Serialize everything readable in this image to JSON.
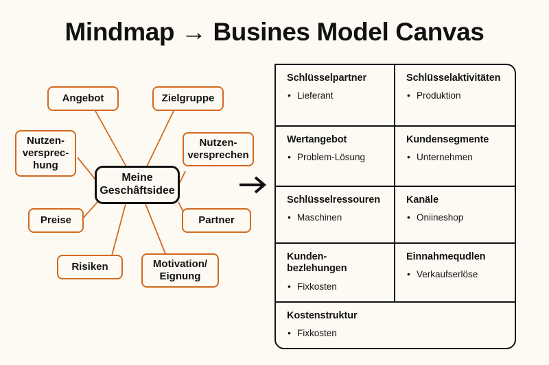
{
  "page": {
    "title": "Mindmap → Busines Model Canvas",
    "background_color": "#FDFAF3",
    "accent_color": "#D2691E",
    "text_color": "#131313"
  },
  "mindmap": {
    "center": {
      "label": "Meine\nGeschâftsidee",
      "border_color": "#111111"
    },
    "nodes": [
      {
        "id": "angebot",
        "label": "Angebot"
      },
      {
        "id": "zielgruppe",
        "label": "Zielgruppe"
      },
      {
        "id": "nutzenversprechung",
        "label": "Nutzen-\nversprec-\nhung"
      },
      {
        "id": "nutzenversprechen",
        "label": "Nutzen-\nversprechen"
      },
      {
        "id": "preise",
        "label": "Preise"
      },
      {
        "id": "partner",
        "label": "Partner"
      },
      {
        "id": "risiken",
        "label": "Risiken"
      },
      {
        "id": "motivation",
        "label": "Motivation/\nEignung"
      }
    ]
  },
  "flow_arrow": {
    "label": "arrow-right"
  },
  "canvas": {
    "rows": [
      {
        "cells": [
          {
            "title": "Schlüsselpartner",
            "items": [
              "Lieferant"
            ]
          },
          {
            "title": "Schlüsselaktivitäten",
            "items": [
              "Produktion"
            ]
          }
        ]
      },
      {
        "cells": [
          {
            "title": "Wertangebot",
            "items": [
              "Problem-Lösung"
            ]
          },
          {
            "title": "Kundensegmente",
            "items": [
              "Unternehmen"
            ]
          }
        ]
      },
      {
        "cells": [
          {
            "title": "Schlüsselressouren",
            "items": [
              "Maschinen"
            ]
          },
          {
            "title": "Kanäle",
            "items": [
              "Oniineshop"
            ]
          }
        ]
      },
      {
        "cells": [
          {
            "title": "Kunden-\nbezlehungen",
            "items": [
              "Fixkosten"
            ]
          },
          {
            "title": "Einnahmequdlen",
            "items": [
              "Verkaufserlöse"
            ]
          }
        ]
      },
      {
        "cells": [
          {
            "title": "Kostenstruktur",
            "items": [
              "Fixkosten"
            ]
          }
        ]
      }
    ]
  }
}
